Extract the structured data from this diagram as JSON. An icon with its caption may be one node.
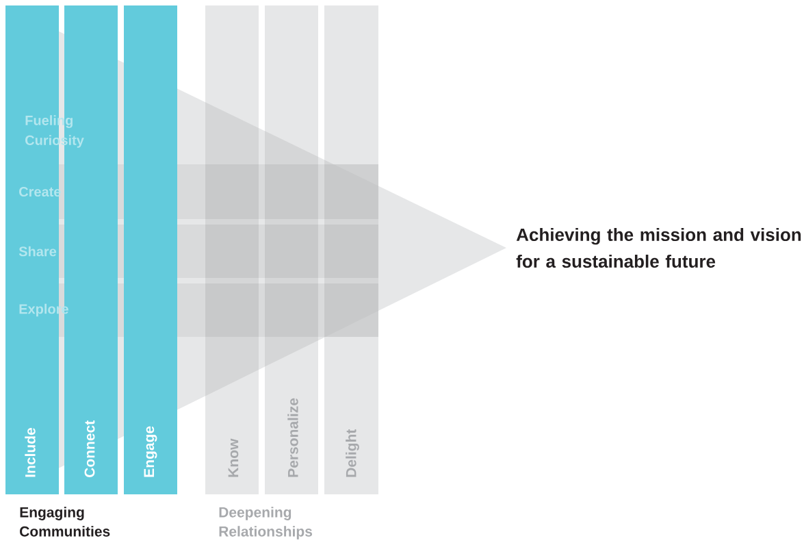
{
  "diagram": {
    "nodes": [
      {
        "text": [
          "Include"
        ]
      },
      {
        "text": [
          "Connect"
        ]
      },
      {
        "text": [
          "Engage"
        ]
      },
      {
        "text": [
          "Know"
        ]
      },
      {
        "text": [
          "Personalize"
        ]
      },
      {
        "text": [
          "Delight"
        ]
      },
      {
        "text": [
          "Create"
        ]
      },
      {
        "text": [
          "Share"
        ]
      },
      {
        "text": [
          "Explore"
        ]
      }
    ],
    "labels": [
      "Fueling Curiosity",
      "Achieving the mission and vision for a sustainable future",
      "Engaging Communities",
      "Deepening Relationships"
    ]
  }
}
